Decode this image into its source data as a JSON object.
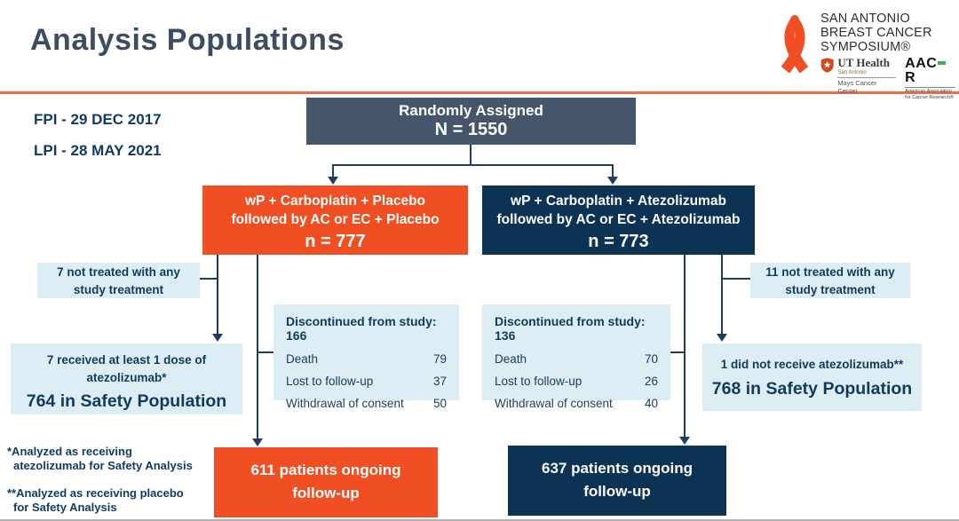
{
  "header": {
    "title": "Analysis Populations",
    "sabcs_logo": {
      "line1": "SAN ANTONIO",
      "line2": "BREAST CANCER",
      "line3": "SYMPOSIUM®"
    },
    "ut_health_logo": {
      "name": "UT Health",
      "city": "San Antonio",
      "center": "Mays Cancer Center"
    },
    "aacr_logo": {
      "name_left": "AAC",
      "name_right": "R",
      "subtitle1": "American Association",
      "subtitle2": "for Cancer Research®"
    }
  },
  "enrollment_dates": {
    "fpi": "FPI - 29 DEC 2017",
    "lpi": "LPI - 28 MAY 2021"
  },
  "flow": {
    "randomly_assigned": {
      "title": "Randomly Assigned",
      "n": "N = 1550"
    },
    "placebo_arm": {
      "line1": "wP + Carboplatin + Placebo",
      "line2": "followed by AC or EC + Placebo",
      "n": "n = 777"
    },
    "atezolizumab_arm": {
      "line1": "wP + Carboplatin + Atezolizumab",
      "line2": "followed by AC or EC + Atezolizumab",
      "n": "n = 773"
    },
    "placebo_not_treated": {
      "line1": "7 not treated with any",
      "line2": "study treatment"
    },
    "atezolizumab_not_treated": {
      "line1": "11 not treated with any",
      "line2": "study treatment"
    },
    "placebo_safety": {
      "note_line1": "7 received at least 1 dose of",
      "note_line2": "atezolizumab*",
      "population": "764 in Safety Population"
    },
    "atezolizumab_safety": {
      "note": "1 did not receive atezolizumab**",
      "population": "768 in Safety Population"
    },
    "placebo_discontinued": {
      "title": "Discontinued from study: 166",
      "rows": [
        {
          "label": "Death",
          "value": "79"
        },
        {
          "label": "Lost to follow-up",
          "value": "37"
        },
        {
          "label": "Withdrawal of consent",
          "value": "50"
        }
      ]
    },
    "atezolizumab_discontinued": {
      "title": "Discontinued from study: 136",
      "rows": [
        {
          "label": "Death",
          "value": "70"
        },
        {
          "label": "Lost to follow-up",
          "value": "26"
        },
        {
          "label": "Withdrawal of consent",
          "value": "40"
        }
      ]
    },
    "placebo_ongoing": {
      "line1": "611 patients ongoing",
      "line2": "follow-up"
    },
    "atezolizumab_ongoing": {
      "line1": "637 patients ongoing",
      "line2": "follow-up"
    }
  },
  "footnotes": {
    "first_line1": "*Analyzed as receiving",
    "first_line2": "atezolizumab for Safety Analysis",
    "second_line1": "**Analyzed as receiving placebo",
    "second_line2": "for Safety Analysis"
  },
  "colors": {
    "orange": "#f04e23",
    "navy": "#0d3354",
    "slate_gray": "#46566a",
    "light_blue": "#dcedf4",
    "text_navy": "#123a5e",
    "header_rule_orange": "#e8714c",
    "aacr_green": "#3fae49"
  }
}
